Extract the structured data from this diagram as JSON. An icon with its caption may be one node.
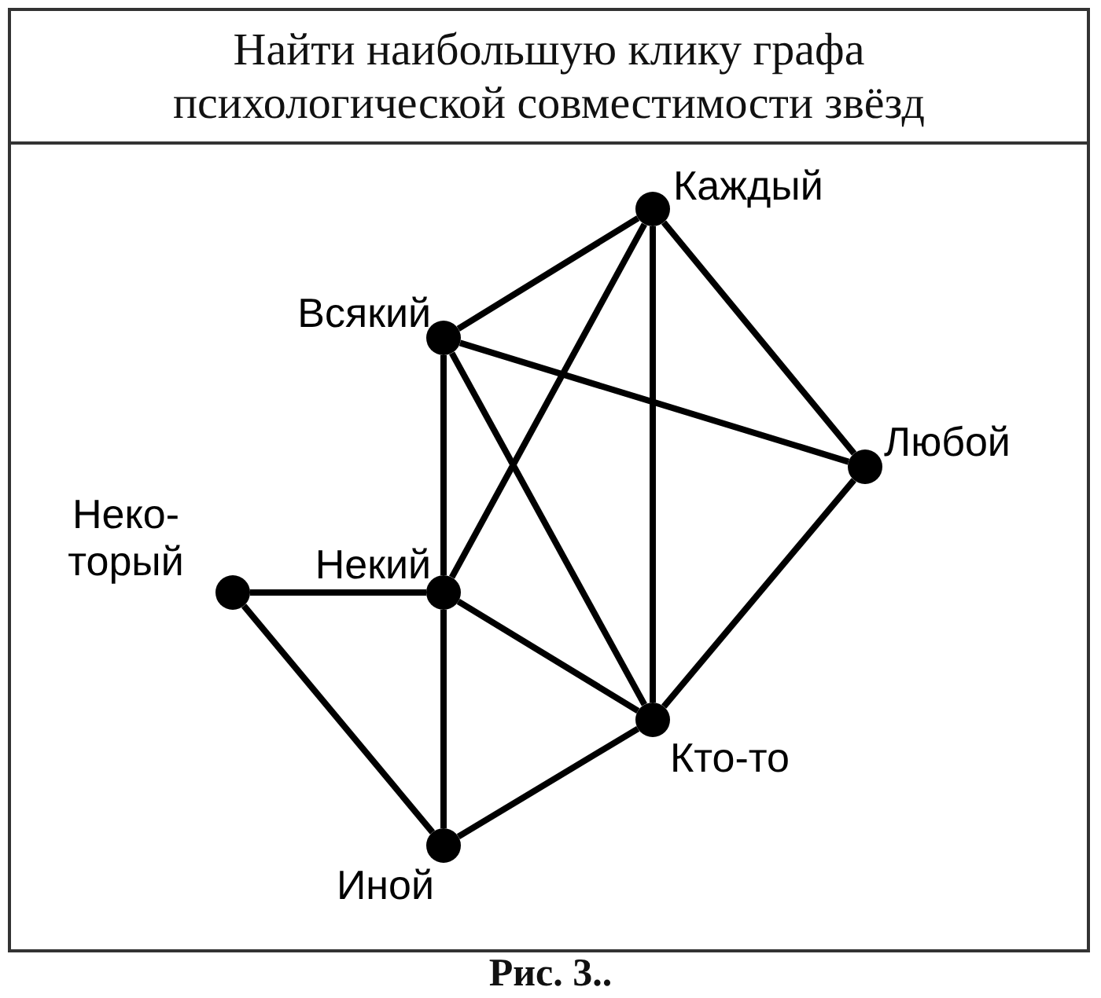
{
  "diagram": {
    "title": "Найти наибольшую клику графа психологической совместимости звёзд",
    "caption": "Рис. 3..",
    "nodes": [
      {
        "text": [],
        "shape": "circle",
        "beside": [
          "Каждый"
        ]
      },
      {
        "text": [],
        "shape": "circle",
        "beside": [
          "Всякий"
        ]
      },
      {
        "text": [],
        "shape": "circle",
        "beside": [
          "Любой"
        ]
      },
      {
        "text": [],
        "shape": "circle",
        "beside": [
          "Неко-торый"
        ]
      },
      {
        "text": [],
        "shape": "circle",
        "beside": [
          "Некий"
        ]
      },
      {
        "text": [],
        "shape": "circle",
        "beside": [
          "Кто-то"
        ]
      },
      {
        "text": [],
        "shape": "circle",
        "beside": [
          "Иной"
        ]
      }
    ],
    "edges": [
      {
        "from": 0,
        "to": 1,
        "arrow": "none"
      },
      {
        "from": 0,
        "to": 2,
        "arrow": "none"
      },
      {
        "from": 0,
        "to": 4,
        "arrow": "none"
      },
      {
        "from": 0,
        "to": 5,
        "arrow": "none"
      },
      {
        "from": 1,
        "to": 2,
        "arrow": "none"
      },
      {
        "from": 1,
        "to": 4,
        "arrow": "none"
      },
      {
        "from": 1,
        "to": 5,
        "arrow": "none"
      },
      {
        "from": 2,
        "to": 5,
        "arrow": "none"
      },
      {
        "from": 3,
        "to": 4,
        "arrow": "none"
      },
      {
        "from": 3,
        "to": 6,
        "arrow": "none"
      },
      {
        "from": 4,
        "to": 5,
        "arrow": "none"
      },
      {
        "from": 4,
        "to": 6,
        "arrow": "none"
      },
      {
        "from": 6,
        "to": 5,
        "arrow": "none"
      }
    ]
  }
}
